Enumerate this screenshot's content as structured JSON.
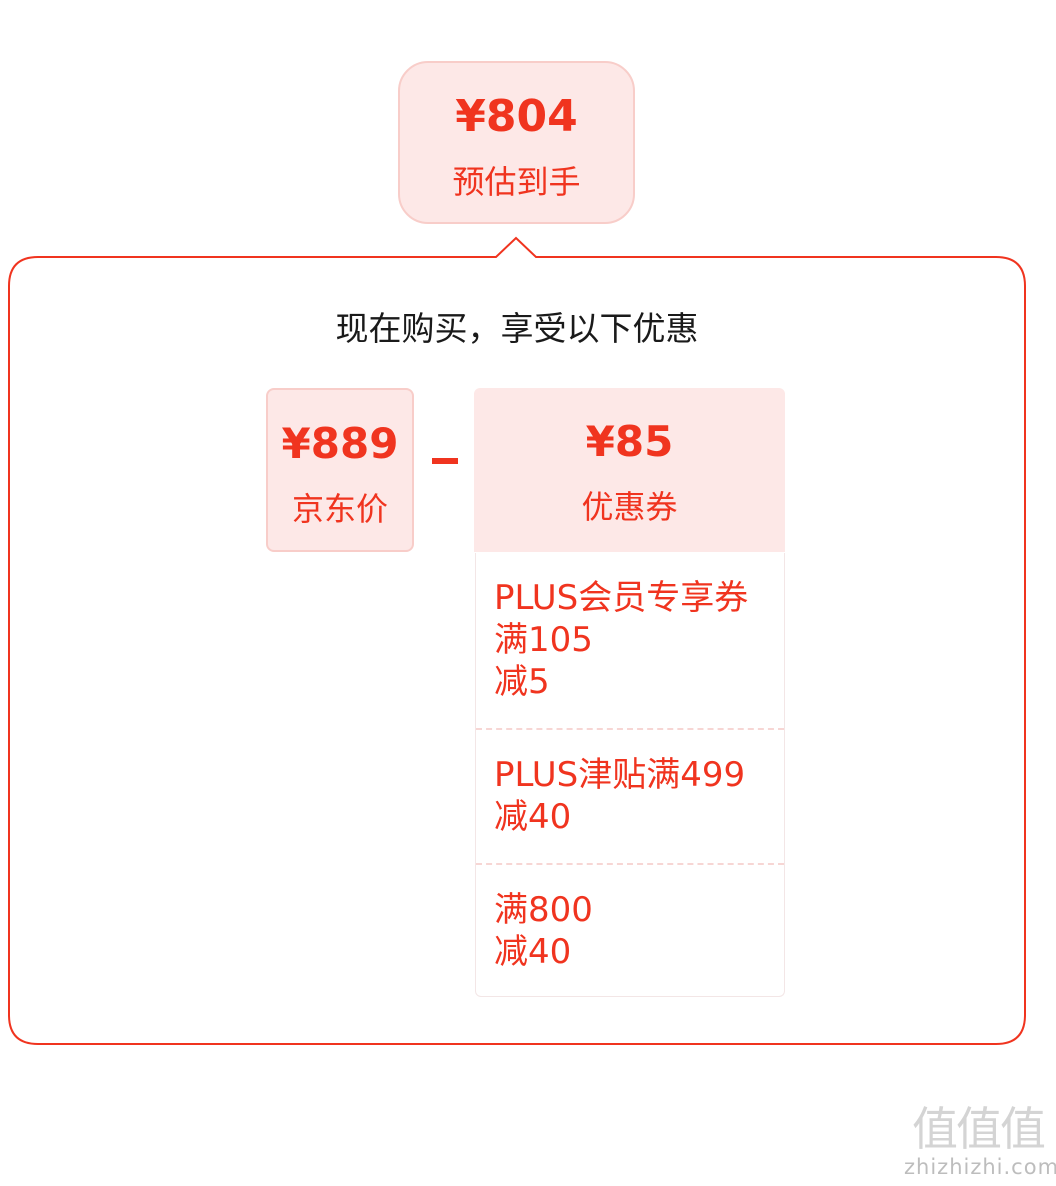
{
  "estimate": {
    "price": "¥804",
    "label": "预估到手"
  },
  "panel": {
    "heading": "现在购买，享受以下优惠"
  },
  "jd_price": {
    "value": "¥889",
    "label": "京东价"
  },
  "operator": "minus",
  "coupon": {
    "value": "¥85",
    "label": "优惠券",
    "items": [
      {
        "lines": [
          "PLUS会员专享券",
          "满105",
          "减5"
        ]
      },
      {
        "lines": [
          "PLUS津贴满499",
          "减40"
        ]
      },
      {
        "lines": [
          "满800",
          "减40"
        ]
      }
    ]
  },
  "watermark": {
    "mark": "值值值",
    "text": "zhizhizhi.com"
  },
  "colors": {
    "accent": "#f0341f",
    "tile_background": "#fde8e7",
    "tile_border": "#f8cdc9",
    "heading_text": "#1a1a1a"
  }
}
